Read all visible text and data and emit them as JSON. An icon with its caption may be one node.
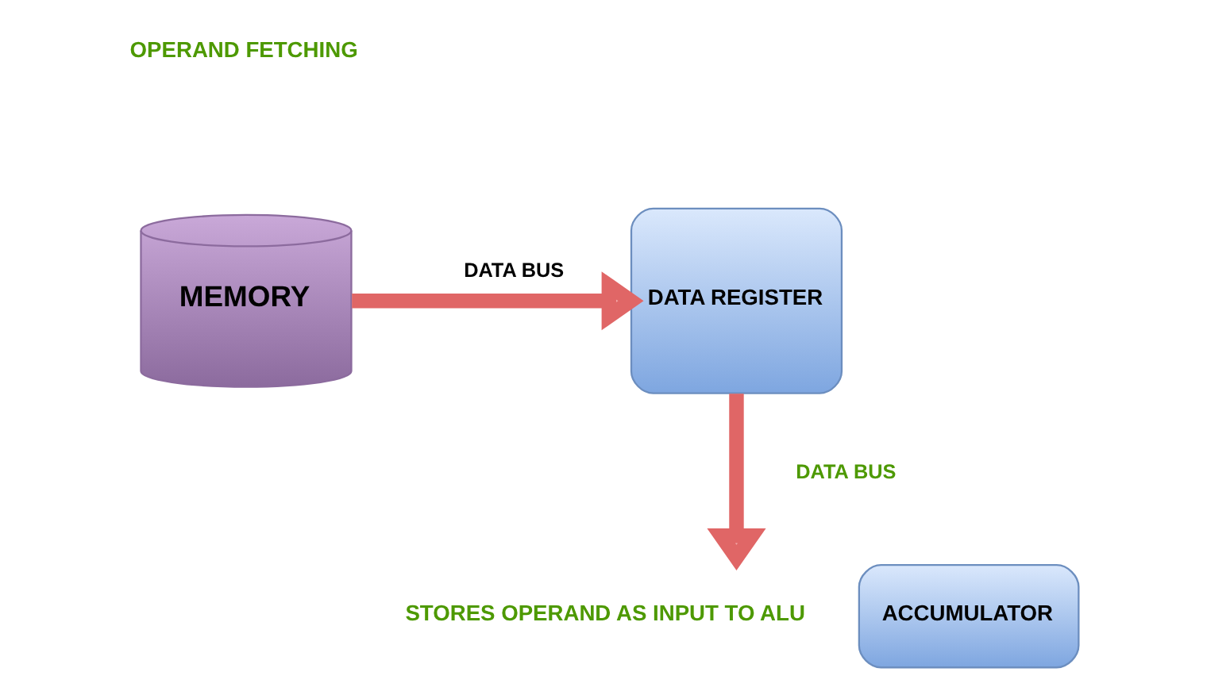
{
  "diagram": {
    "nodes": [
      {
        "text": [
          "MEMORY"
        ]
      },
      {
        "text": [
          "DATA REGISTER"
        ]
      },
      {
        "text": [
          "ACCUMULATOR"
        ],
        "beside": [
          "STORES OPERAND AS INPUT TO ALU"
        ]
      }
    ],
    "edges": [
      {
        "from": 0,
        "to": 1,
        "arrow": "to",
        "label": "DATA BUS"
      },
      {
        "from": 1,
        "to": 2,
        "arrow": "to",
        "label": "DATA BUS"
      }
    ],
    "labels": [
      "OPERAND FETCHING"
    ]
  }
}
